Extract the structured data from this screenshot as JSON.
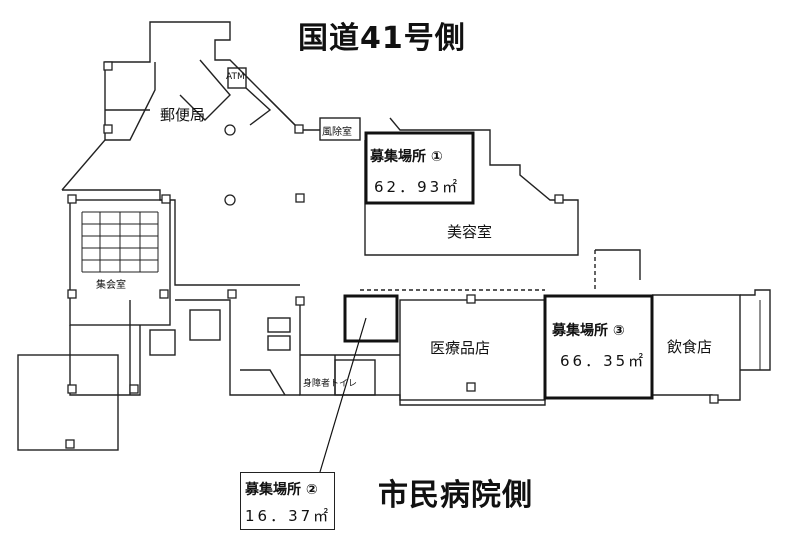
{
  "labels": {
    "north_side": "国道41号側",
    "south_side": "市民病院側"
  },
  "rooms": {
    "post_office": "郵便局",
    "atm": "ATM",
    "windbreak": "風除室",
    "beauty_salon": "美容室",
    "meeting_room": "集会室",
    "pharmacy": "医療品店",
    "restaurant": "飲食店",
    "toilet": "身障者トイレ"
  },
  "spaces": [
    {
      "title": "募集場所 ①",
      "area": "62．93㎡"
    },
    {
      "title": "募集場所 ②",
      "area": "16．37㎡"
    },
    {
      "title": "募集場所 ③",
      "area": "66．35㎡"
    }
  ]
}
